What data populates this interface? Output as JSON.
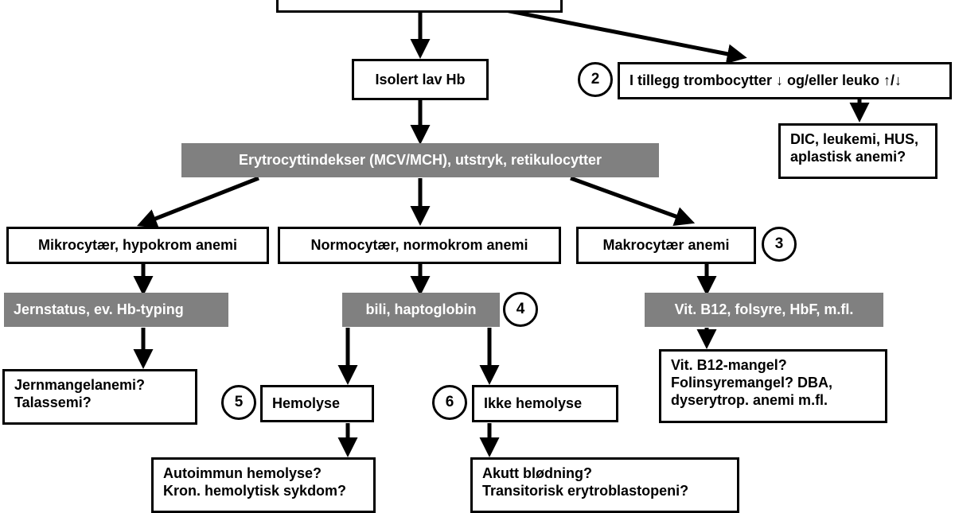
{
  "nodes": {
    "isolated_low_hb": "Isolert lav Hb",
    "additional": "I tillegg trombocytter ↓ og/eller leuko ↑/↓",
    "dic": [
      "DIC, leukemi, HUS,",
      "aplastisk anemi?"
    ],
    "indices": "Erytrocyttindekser (MCV/MCH), utstryk, retikulocytter",
    "microcytic": "Mikrocytær, hypokrom anemi",
    "normocytic": "Normocytær, normokrom anemi",
    "macrocytic": "Makrocytær anemi",
    "iron_status": "Jernstatus, ev. Hb-typing",
    "bili": "bili, haptoglobin",
    "vitb12": "Vit. B12, folsyre, HbF, m.fl.",
    "iron_def": [
      "Jernmangelanemi?",
      "Talassemi?"
    ],
    "hemolysis": "Hemolyse",
    "no_hemolysis": "Ikke hemolyse",
    "b12_def": [
      "Vit. B12-mangel?",
      "Folinsyremangel? DBA,",
      "dyserytrop. anemi m.fl."
    ],
    "autoimmune": [
      "Autoimmun hemolyse?",
      "Kron. hemolytisk sykdom?"
    ],
    "acute": [
      "Akutt blødning?",
      "Transitorisk erytroblastopeni?"
    ]
  },
  "markers": {
    "m2": "2",
    "m3": "3",
    "m4": "4",
    "m5": "5",
    "m6": "6"
  }
}
